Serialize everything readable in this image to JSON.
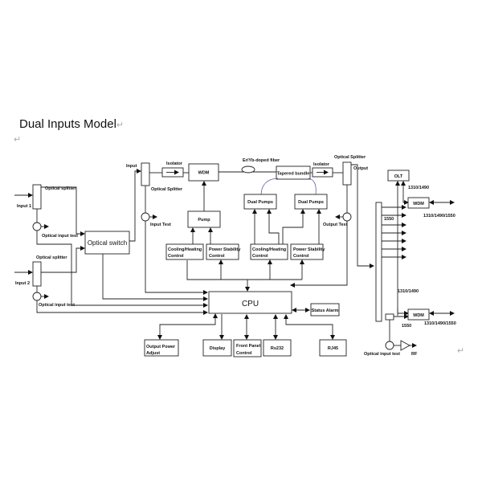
{
  "title": "Dual Inputs Model",
  "return_mark": "↵",
  "labels": {
    "input1": "Input 1",
    "input2": "Input 2",
    "optical_splitter_1": "Optical splitter",
    "optical_splitter_2": "Optical splitter",
    "optical_input_test_1": "Optical input test",
    "optical_input_test_2": "Optical input test",
    "optical_switch": "Optical switch",
    "input": "Input",
    "optical_splitter_mid": "Optical Splitter",
    "input_test": "Input Test",
    "isolator_1": "Isolator",
    "wdm_main": "WDM",
    "pump": "Pump",
    "doped_fiber": "Er/Yb-doped fiber",
    "tapered_bundle": "Tapered bundle",
    "isolator_2": "Isolator",
    "dual_pumps_1": "Dual Pumps",
    "dual_pumps_2": "Dual Pumps",
    "optical_splitter_out": "Optical Splitter",
    "output": "Output",
    "output_test": "Output Test",
    "cooling_heating_1": [
      "Cooling/Heating",
      "Control"
    ],
    "power_stability_1": [
      "Power Stability",
      "Control"
    ],
    "cooling_heating_2": [
      "Cooling/Heating",
      "Control"
    ],
    "power_stability_2": [
      "Power Stability",
      "Control"
    ],
    "cpu": "CPU",
    "status_alarm": "Status Alarm",
    "output_power_adjust": [
      "Output Power",
      "Adjust"
    ],
    "display": "Display",
    "front_panel_control": [
      "Front Panel",
      "Control"
    ],
    "rs232": "Rs232",
    "rj45": "RJ45",
    "olt": "OLT",
    "wdm_top": "WDM",
    "wdm_bottom": "WDM",
    "w_1310_1490_top": "1310/1490",
    "w_1310_1490_1550_top": "1310/1490/1550",
    "w_1550_top": "1550",
    "w_1310_1490_bottom": "1310/1490",
    "w_1550_bottom": "1550",
    "w_1310_1490_1550_bottom": "1310/1490/1550",
    "optical_input_test_right": "Optical input test",
    "rf": "RF"
  }
}
